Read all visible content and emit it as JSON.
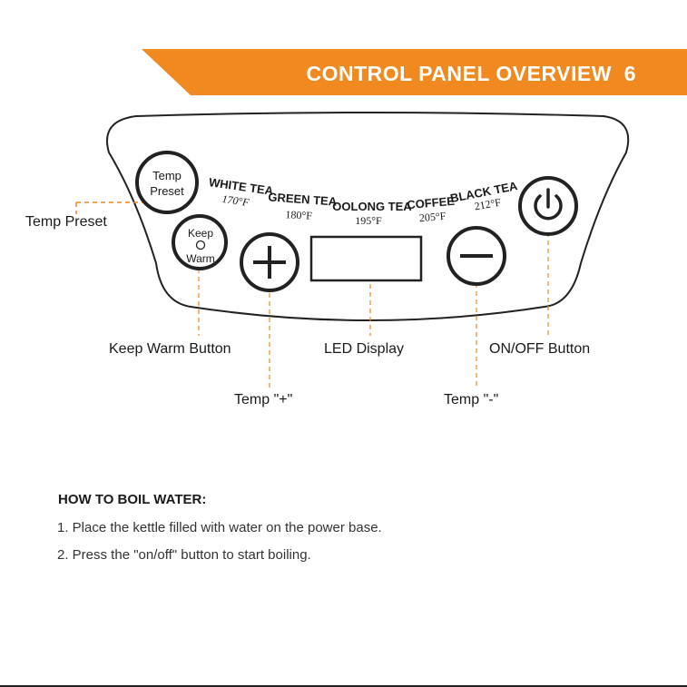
{
  "colors": {
    "accent": "#f0891f",
    "text": "#1a1a1a"
  },
  "header": {
    "title": "CONTROL PANEL OVERVIEW",
    "page_number": "6"
  },
  "panel": {
    "temp_preset_button": {
      "line1": "Temp",
      "line2": "Preset"
    },
    "keep_warm_button": {
      "line1": "Keep",
      "line2": "Warm"
    },
    "presets": [
      {
        "name": "WHITE TEA",
        "temp": "170°F"
      },
      {
        "name": "GREEN TEA",
        "temp": "180°F"
      },
      {
        "name": "OOLONG TEA",
        "temp": "195°F"
      },
      {
        "name": "COFFEE",
        "temp": "205°F"
      },
      {
        "name": "BLACK TEA",
        "temp": "212°F"
      }
    ],
    "icons": {
      "plus": "plus-icon",
      "minus": "minus-icon",
      "power": "power-icon"
    }
  },
  "callouts": {
    "temp_preset": "Temp Preset",
    "keep_warm": "Keep Warm Button",
    "led_display": "LED Display",
    "on_off": "ON/OFF Button",
    "temp_plus": "Temp \"+\"",
    "temp_minus": "Temp \"-\""
  },
  "instructions": {
    "title": "HOW TO BOIL WATER:",
    "steps": [
      "1.  Place the kettle filled with water on the power base.",
      "2. Press the \"on/off\" button to start boiling."
    ]
  }
}
